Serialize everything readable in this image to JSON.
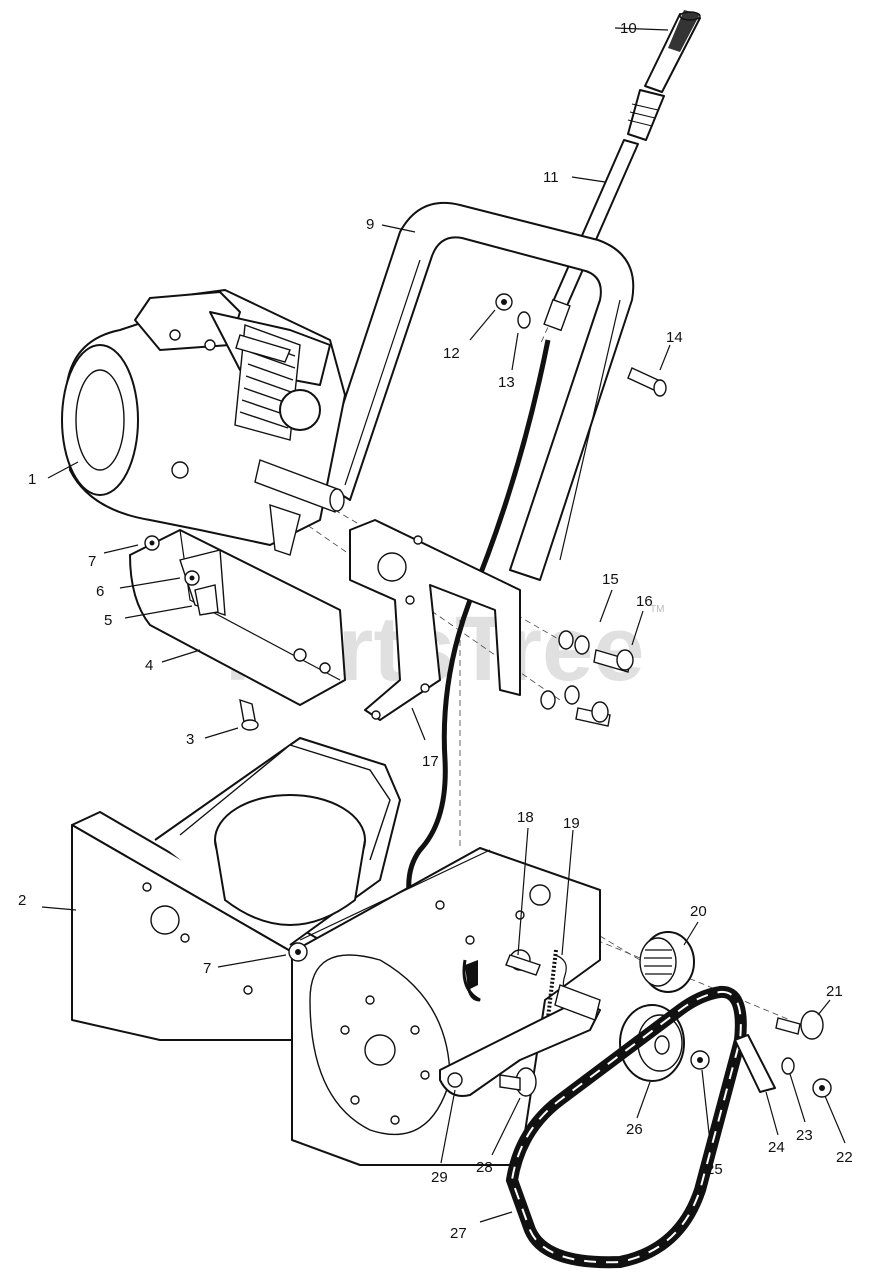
{
  "watermark": {
    "text": "PartsTree",
    "trademark": "TM"
  },
  "callouts": [
    {
      "id": "callout-1",
      "text": "1"
    },
    {
      "id": "callout-2",
      "text": "2"
    },
    {
      "id": "callout-3",
      "text": "3"
    },
    {
      "id": "callout-4",
      "text": "4"
    },
    {
      "id": "callout-5",
      "text": "5"
    },
    {
      "id": "callout-6",
      "text": "6"
    },
    {
      "id": "callout-7-upper",
      "text": "7"
    },
    {
      "id": "callout-7-lower",
      "text": "7"
    },
    {
      "id": "callout-9",
      "text": "9"
    },
    {
      "id": "callout-10",
      "text": "10"
    },
    {
      "id": "callout-11",
      "text": "11"
    },
    {
      "id": "callout-12",
      "text": "12"
    },
    {
      "id": "callout-13",
      "text": "13"
    },
    {
      "id": "callout-14",
      "text": "14"
    },
    {
      "id": "callout-15",
      "text": "15"
    },
    {
      "id": "callout-16",
      "text": "16"
    },
    {
      "id": "callout-17",
      "text": "17"
    },
    {
      "id": "callout-18",
      "text": "18"
    },
    {
      "id": "callout-19",
      "text": "19"
    },
    {
      "id": "callout-20",
      "text": "20"
    },
    {
      "id": "callout-21",
      "text": "21"
    },
    {
      "id": "callout-22",
      "text": "22"
    },
    {
      "id": "callout-23",
      "text": "23"
    },
    {
      "id": "callout-24",
      "text": "24"
    },
    {
      "id": "callout-25",
      "text": "25"
    },
    {
      "id": "callout-26",
      "text": "26"
    },
    {
      "id": "callout-27",
      "text": "27"
    },
    {
      "id": "callout-28",
      "text": "28"
    },
    {
      "id": "callout-29",
      "text": "29"
    }
  ]
}
